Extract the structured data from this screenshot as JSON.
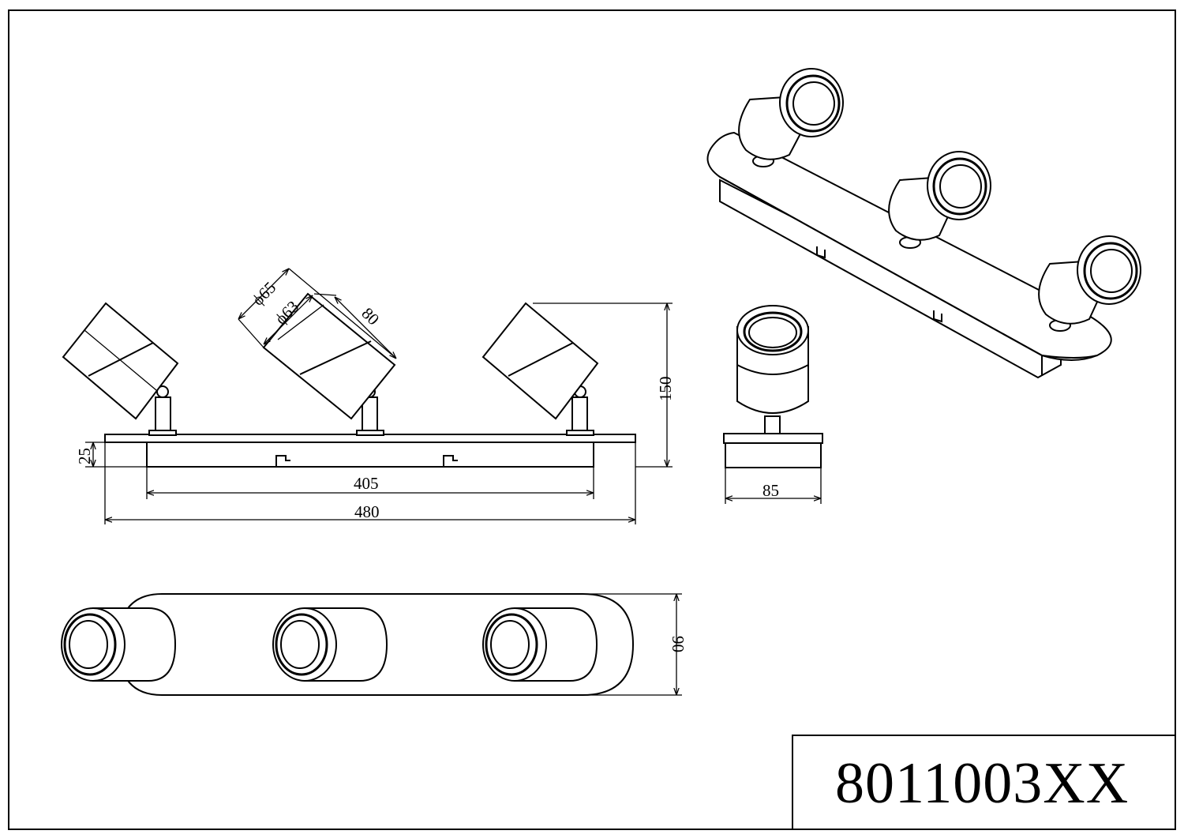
{
  "title_block": {
    "code": "8011003XX"
  },
  "dimensions": {
    "dia_outer": "ϕ65",
    "dia_inner": "ϕ63",
    "head_length": "80",
    "height": "150",
    "base_thickness": "25",
    "inner_length": "405",
    "total_length": "480",
    "side_width": "85",
    "depth": "90"
  },
  "colors": {
    "line": "#000000",
    "background": "#ffffff"
  }
}
